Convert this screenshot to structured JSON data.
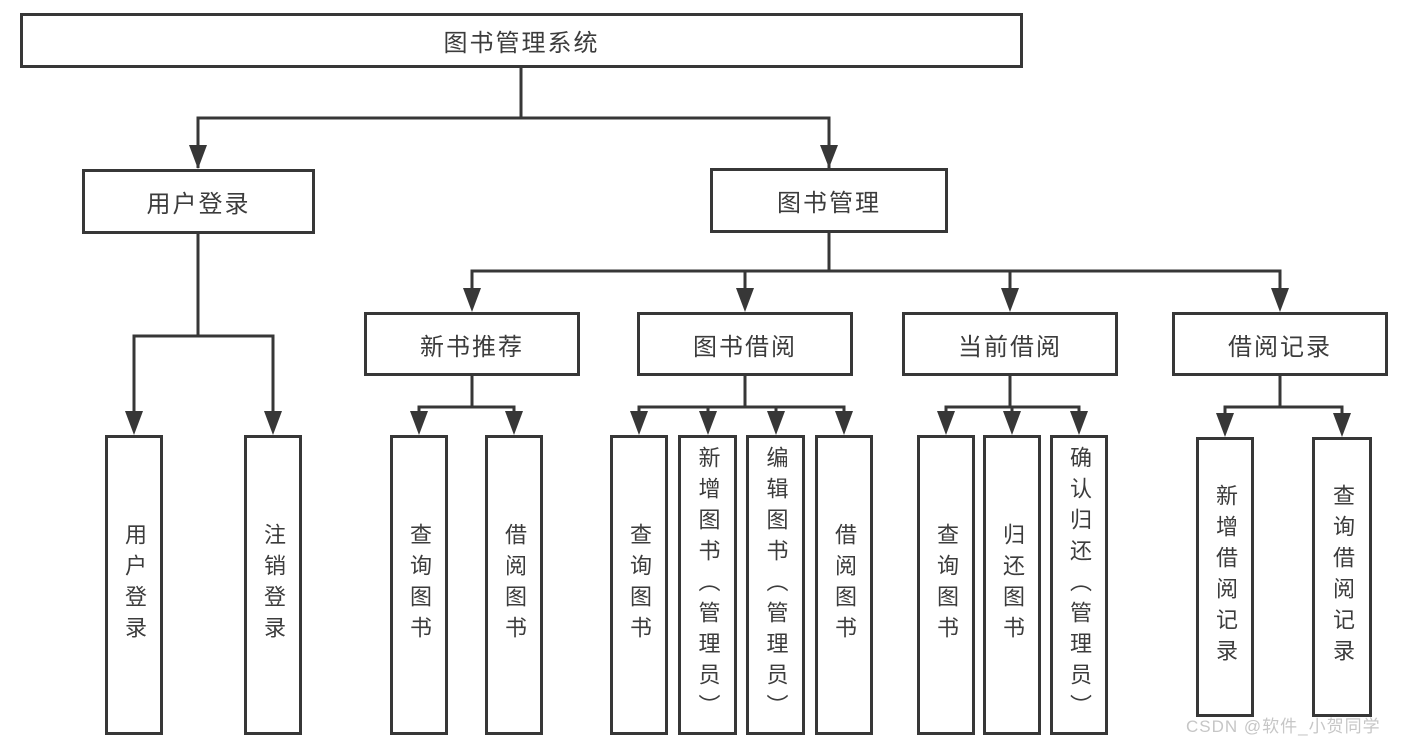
{
  "diagram": {
    "root": {
      "label": "图书管理系统"
    },
    "branches": [
      {
        "label": "用户登录",
        "leaves": [
          {
            "label": "用户登录"
          },
          {
            "label": "注销登录"
          }
        ]
      },
      {
        "label": "图书管理",
        "groups": [
          {
            "label": "新书推荐",
            "leaves": [
              {
                "label": "查询图书"
              },
              {
                "label": "借阅图书"
              }
            ]
          },
          {
            "label": "图书借阅",
            "leaves": [
              {
                "label": "查询图书"
              },
              {
                "label": "新增图书（管理员）"
              },
              {
                "label": "编辑图书（管理员）"
              },
              {
                "label": "借阅图书"
              }
            ]
          },
          {
            "label": "当前借阅",
            "leaves": [
              {
                "label": "查询图书"
              },
              {
                "label": "归还图书"
              },
              {
                "label": "确认归还（管理员）"
              }
            ]
          },
          {
            "label": "借阅记录",
            "leaves": [
              {
                "label": "新增借阅记录"
              },
              {
                "label": "查询借阅记录"
              }
            ]
          }
        ]
      }
    ],
    "watermark": "CSDN @软件_小贺同学",
    "colors": {
      "line": "#373737",
      "text": "#3c3c3c",
      "background": "#ffffff",
      "watermark": "#c6c6c6"
    }
  }
}
